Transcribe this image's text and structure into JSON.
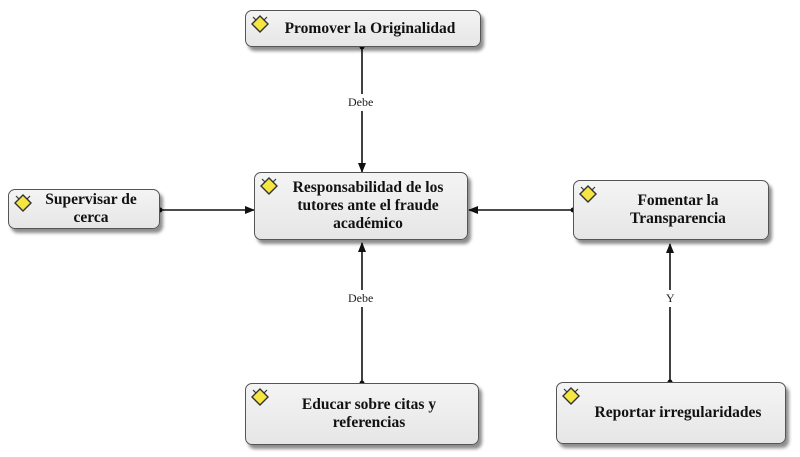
{
  "nodes": {
    "center": "Responsabilidad de los\ntutores ante el fraude\nacadémico",
    "top": "Promover la Originalidad",
    "left": "Supervisar de\ncerca",
    "right": "Fomentar la\nTransparencia",
    "bottom": "Educar sobre citas y\nreferencias",
    "bottom_right": "Reportar irregularidades"
  },
  "edges": {
    "top_label": "Debe",
    "bottom_label": "Debe",
    "right_label": "Y"
  },
  "colors": {
    "icon_fill": "#f5e642",
    "node_border": "#555555",
    "line": "#111111"
  },
  "icon_name": "concept-icon"
}
